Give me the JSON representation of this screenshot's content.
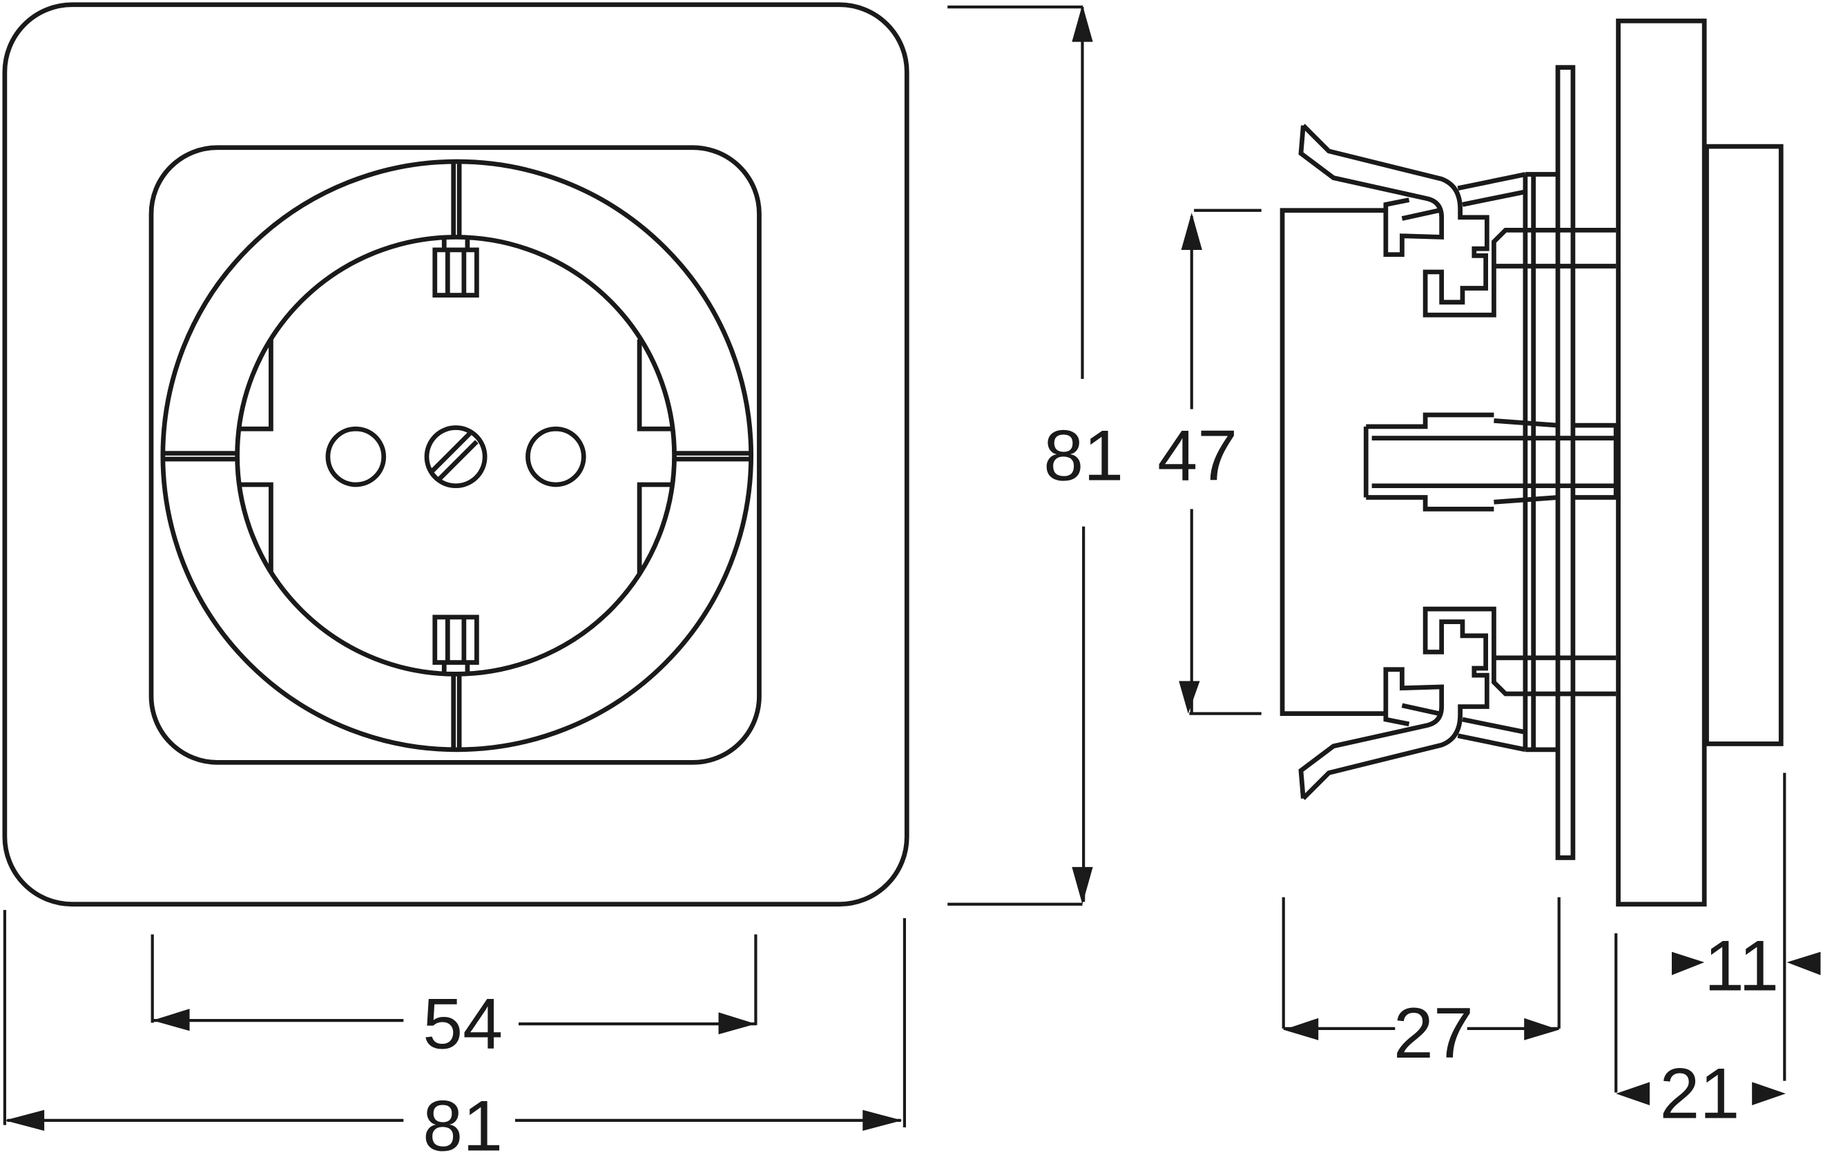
{
  "title": "Socket outlet dimension drawing (front and side view)",
  "colors": {
    "line": "#1a1a1a",
    "background": "#ffffff"
  },
  "dimensions": {
    "front_width_outer": "81",
    "front_width_inner": "54",
    "front_height": "81",
    "insert_height": "47",
    "mounting_depth": "27",
    "cover_depth": "11",
    "total_projection": "21"
  }
}
